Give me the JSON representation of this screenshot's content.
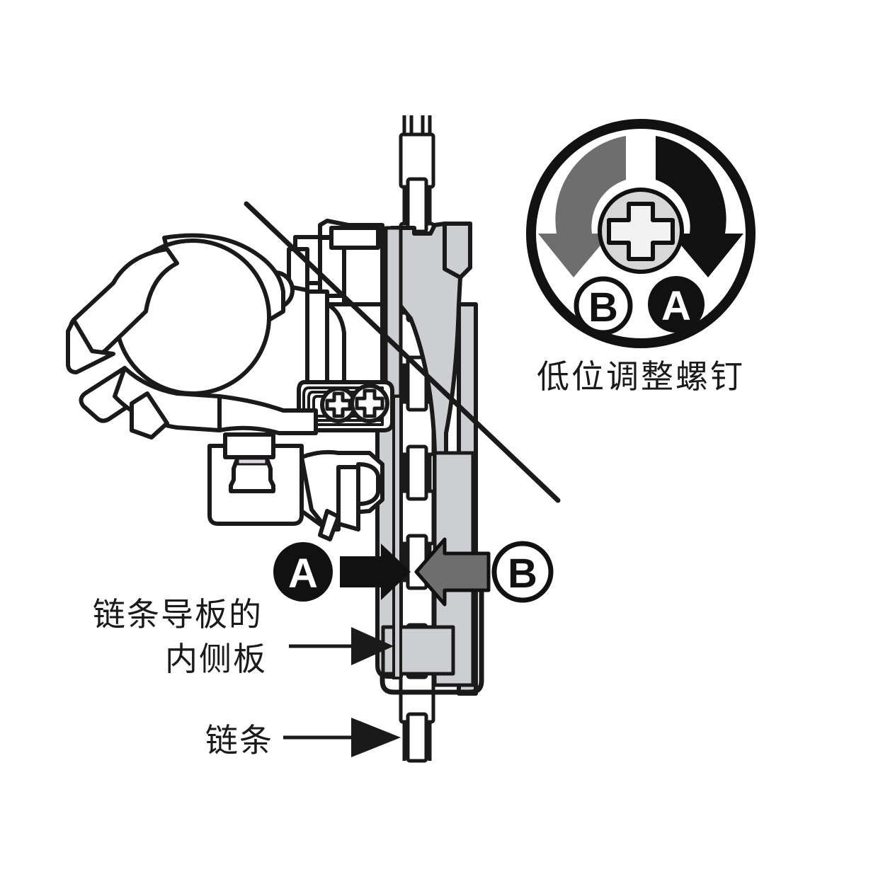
{
  "figure": {
    "title_text": "低位调整螺钉",
    "type": "technical-line-diagram",
    "subject": "bicycle front derailleur low adjustment screw",
    "background_color": "#ffffff",
    "line_color": "#1a1a1a",
    "metal_fill_color": "#cdced1",
    "gray_arrow_color": "#6e6e6e",
    "black_fill_color": "#111111"
  },
  "screw_dial": {
    "caption": "低位调整螺钉",
    "outer_circle_label": "screw-rotation-dial",
    "screw_head": "phillips-cross-slot",
    "clockwise": {
      "badge": "A",
      "badge_style": "filled-black",
      "arrow_color": "#111111",
      "direction": "clockwise"
    },
    "counterclockwise": {
      "badge": "B",
      "badge_style": "outline-white",
      "arrow_color": "#6e6e6e",
      "direction": "counter-clockwise"
    }
  },
  "direction_row": {
    "left_badge": "A",
    "left_badge_style": "filled-black",
    "left_arrow_direction": "right",
    "left_arrow_color": "#111111",
    "right_badge": "B",
    "right_badge_style": "outline-white",
    "right_arrow_direction": "left",
    "right_arrow_color": "#6e6e6e"
  },
  "callouts": [
    {
      "id": "inner-plate",
      "line1": "链条导板的",
      "line2": "内侧板",
      "meaning": "inner plate of chain guide",
      "arrow": "solid-triangle-right"
    },
    {
      "id": "chain",
      "line1": "链条",
      "line2": "",
      "meaning": "chain",
      "arrow": "solid-triangle-right"
    }
  ],
  "leader_line": {
    "name": "low-adjust-screw-leader",
    "from": "upper-left",
    "to": "lower-right"
  }
}
